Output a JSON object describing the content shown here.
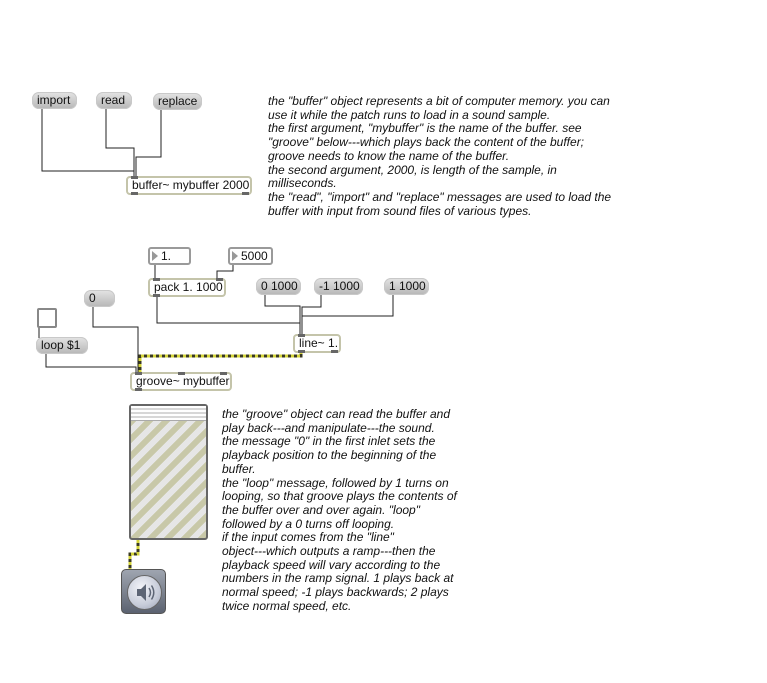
{
  "buffer_section": {
    "messages": {
      "import": "import",
      "read": "read",
      "replace": "replace"
    },
    "buffer_object": "buffer~ mybuffer 2000",
    "comment_lines": [
      "the \"buffer\" object represents a bit of computer memory. you can",
      "use it while the patch runs to load in a sound sample.",
      "the first argument, \"mybuffer\" is the name of the buffer. see",
      "\"groove\" below---which plays back the content of the buffer;",
      "groove needs to know the name of the buffer.",
      "the second argument, 2000, is length of the sample, in",
      "milliseconds.",
      "the \"read\", \"import\" and \"replace\" messages are used to load the",
      "buffer with input from sound files of various types."
    ]
  },
  "groove_section": {
    "number_1": "1.",
    "number_2": "5000",
    "pack_object": "pack 1. 1000",
    "msg_ramp_1": "0 1000",
    "msg_ramp_2": "-1 1000",
    "msg_ramp_3": "1 1000",
    "msg_zero": "0",
    "loop_message": "loop $1",
    "line_object": "line~ 1.",
    "groove_object": "groove~ mybuffer",
    "comment_lines": [
      " the \"groove\" object can read the buffer and",
      "play back---and manipulate---the sound.",
      "the message \"0\" in the first inlet sets the",
      "playback position to the beginning of the",
      "buffer.",
      "the \"loop\" message, followed by 1 turns on",
      "looping, so that groove plays the contents of",
      "the buffer over and over again. \"loop\"",
      "followed by a 0 turns off looping.",
      "if the input comes from the \"line\"",
      "object---which outputs a ramp---then the",
      "playback speed will vary according to the",
      "numbers in the ramp signal. 1 plays back at",
      "normal speed; -1 plays backwards; 2 plays",
      "twice normal speed, etc."
    ]
  },
  "colors": {
    "patch_cord": "#222222",
    "signal_cord_a": "#d4d43a",
    "signal_cord_b": "#3a3a20",
    "object_border": "#c4c4aa"
  }
}
